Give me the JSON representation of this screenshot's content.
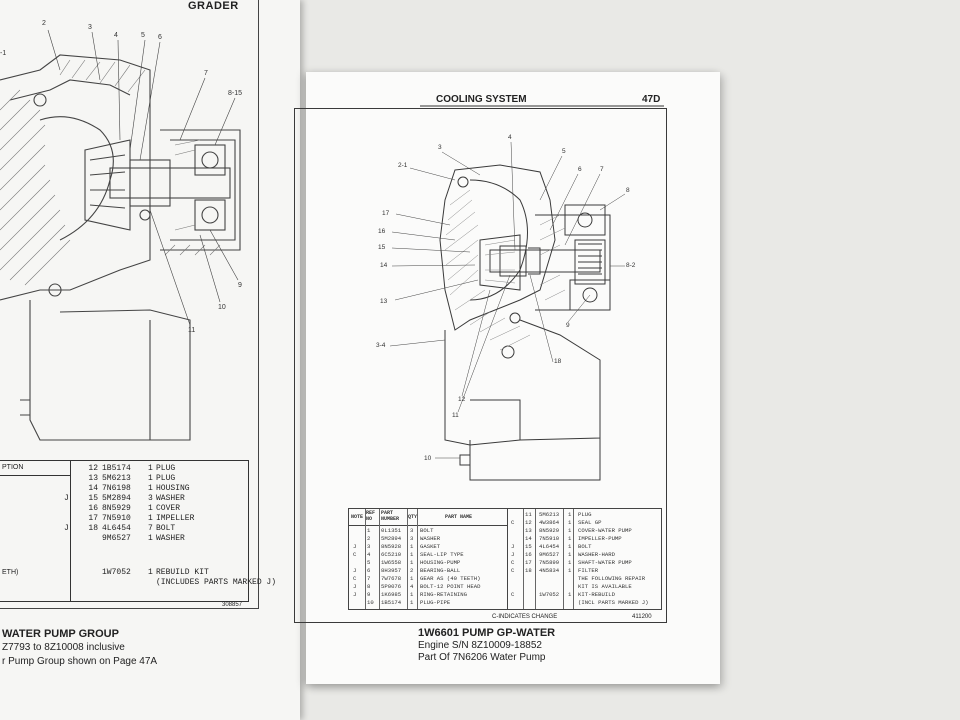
{
  "left_page": {
    "header": "GRADER",
    "callouts": [
      "2",
      "3",
      "4",
      "5",
      "6",
      "7",
      "8-15",
      "9",
      "10",
      "11",
      "-1"
    ],
    "table_header": "PTION",
    "rows": [
      {
        "note": "",
        "no": "12",
        "part": "1B5174",
        "qty": "1",
        "name": "PLUG"
      },
      {
        "note": "",
        "no": "13",
        "part": "5M6213",
        "qty": "1",
        "name": "PLUG"
      },
      {
        "note": "",
        "no": "14",
        "part": "7N6198",
        "qty": "1",
        "name": "HOUSING"
      },
      {
        "note": "J",
        "no": "15",
        "part": "5M2894",
        "qty": "3",
        "name": "WASHER"
      },
      {
        "note": "",
        "no": "16",
        "part": "8N5929",
        "qty": "1",
        "name": "COVER"
      },
      {
        "note": "",
        "no": "17",
        "part": "7N5910",
        "qty": "1",
        "name": "IMPELLER"
      },
      {
        "note": "J",
        "no": "18",
        "part": "4L6454",
        "qty": "7",
        "name": "BOLT"
      },
      {
        "note": "",
        "no": "",
        "part": "9M6527",
        "qty": "1",
        "name": "WASHER"
      },
      {
        "note": "",
        "no": "",
        "part": "1W7052",
        "qty": "1",
        "name": "REBUILD KIT"
      },
      {
        "note": "",
        "no": "",
        "part": "",
        "qty": "",
        "name": "(INCLUDES PARTS MARKED J)"
      }
    ],
    "fragment_teeth": "ETH)",
    "serial": "308857",
    "caption_lines": [
      "WATER PUMP GROUP",
      "Z7793 to 8Z10008 inclusive",
      "r Pump Group shown on Page 47A"
    ]
  },
  "right_page": {
    "section_title": "COOLING SYSTEM",
    "page_number": "47D",
    "callouts": [
      "2-1",
      "3",
      "4",
      "5",
      "6",
      "7",
      "8",
      "17",
      "16",
      "15",
      "14",
      "13",
      "8-2",
      "9",
      "3-4",
      "12",
      "11",
      "18",
      "10"
    ],
    "table_headers": [
      "NOTE",
      "REF NO",
      "PART NUMBER",
      "QTY",
      "PART NAME"
    ],
    "table_left": [
      {
        "note": "",
        "no": "1",
        "part": "0L1351",
        "qty": "3",
        "name": "BOLT"
      },
      {
        "note": "",
        "no": "2",
        "part": "5M2894",
        "qty": "3",
        "name": "WASHER"
      },
      {
        "note": "J",
        "no": "3",
        "part": "8N5928",
        "qty": "1",
        "name": "GASKET"
      },
      {
        "note": "C",
        "no": "4",
        "part": "6C5210",
        "qty": "1",
        "name": "SEAL-LIP TYPE"
      },
      {
        "note": "",
        "no": "5",
        "part": "1W6558",
        "qty": "1",
        "name": "HOUSING-PUMP"
      },
      {
        "note": "J",
        "no": "6",
        "part": "8H3957",
        "qty": "2",
        "name": "BEARING-BALL"
      },
      {
        "note": "C",
        "no": "7",
        "part": "7W7678",
        "qty": "1",
        "name": "GEAR AS (40 TEETH)"
      },
      {
        "note": "J",
        "no": "8",
        "part": "5P0076",
        "qty": "4",
        "name": "BOLT-12 POINT HEAD"
      },
      {
        "note": "J",
        "no": "9",
        "part": "1K6985",
        "qty": "1",
        "name": "RING-RETAINING"
      },
      {
        "note": "",
        "no": "10",
        "part": "1B5174",
        "qty": "1",
        "name": "PLUG-PIPE"
      }
    ],
    "table_right": [
      {
        "note": "",
        "no": "11",
        "part": "5M6213",
        "qty": "1",
        "name": "PLUG"
      },
      {
        "note": "C",
        "no": "12",
        "part": "4W3864",
        "qty": "1",
        "name": "SEAL GP"
      },
      {
        "note": "",
        "no": "13",
        "part": "8N5929",
        "qty": "1",
        "name": "COVER-WATER PUMP"
      },
      {
        "note": "",
        "no": "14",
        "part": "7N5910",
        "qty": "1",
        "name": "IMPELLER-PUMP"
      },
      {
        "note": "J",
        "no": "15",
        "part": "4L6454",
        "qty": "1",
        "name": "BOLT"
      },
      {
        "note": "J",
        "no": "16",
        "part": "9M6527",
        "qty": "1",
        "name": "WASHER-HARD"
      },
      {
        "note": "C",
        "no": "17",
        "part": "7N5899",
        "qty": "1",
        "name": "SHAFT-WATER PUMP"
      },
      {
        "note": "C",
        "no": "18",
        "part": "4N5834",
        "qty": "1",
        "name": "FILTER"
      },
      {
        "note": "",
        "no": "",
        "part": "",
        "qty": "",
        "name": "THE FOLLOWING REPAIR"
      },
      {
        "note": "",
        "no": "",
        "part": "",
        "qty": "",
        "name": "KIT IS AVAILABLE"
      },
      {
        "note": "C",
        "no": "",
        "part": "1W7052",
        "qty": "1",
        "name": "KIT-REBUILD"
      },
      {
        "note": "",
        "no": "",
        "part": "",
        "qty": "",
        "name": "(INCL PARTS MARKED J)"
      }
    ],
    "change_note": "C-INDICATES CHANGE",
    "serial": "411200",
    "caption_lines": [
      "1W6601 PUMP GP-WATER",
      "Engine S/N 8Z10009-18852",
      "Part Of 7N6206 Water Pump"
    ]
  }
}
